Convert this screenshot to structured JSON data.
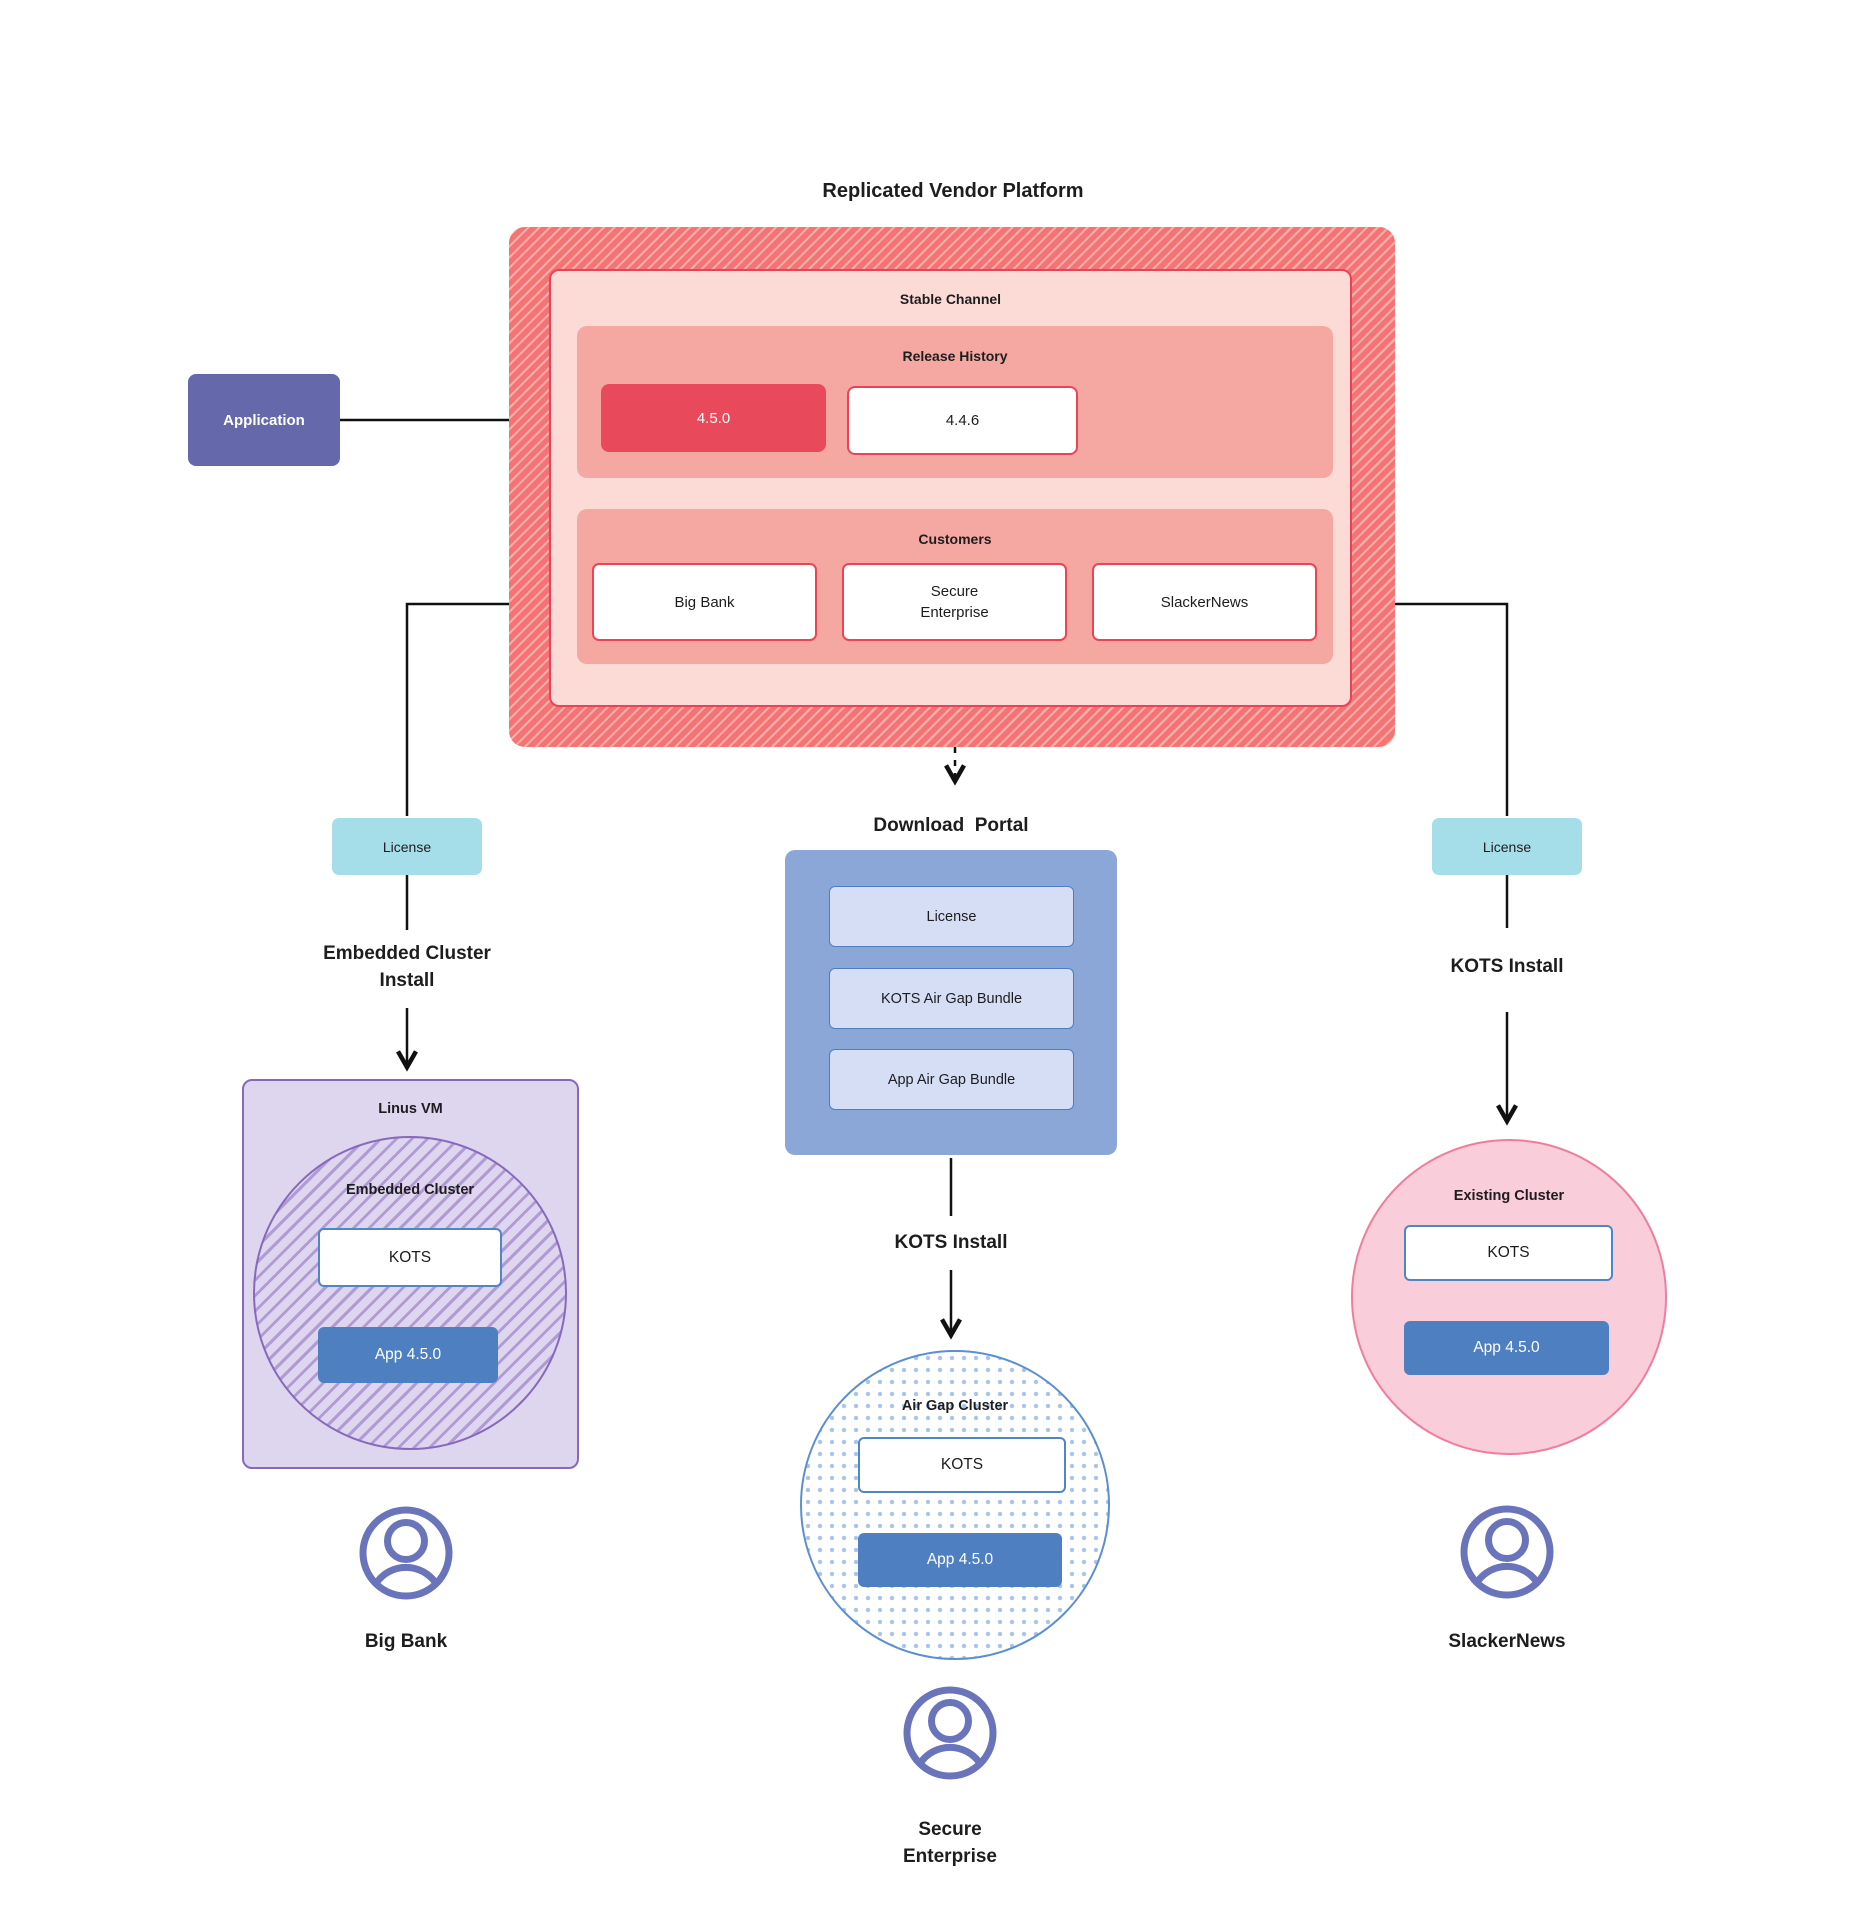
{
  "title": "Replicated Vendor Platform",
  "platform": {
    "stable_channel": {
      "label": "Stable Channel",
      "release_history": {
        "label": "Release History",
        "releases": [
          "4.5.0",
          "4.4.6"
        ]
      },
      "customers": {
        "label": "Customers",
        "items": [
          "Big Bank",
          "Secure Enterprise",
          "SlackerNews"
        ]
      }
    }
  },
  "application_label": "Application",
  "left_branch": {
    "license_label": "License",
    "install_label": "Embedded Cluster Install",
    "vm_label": "Linus VM",
    "cluster_label": "Embedded Cluster",
    "kots_label": "KOTS",
    "app_label": "App 4.5.0",
    "persona_label": "Big Bank"
  },
  "middle_branch": {
    "portal_title": "Download  Portal",
    "portal_items": [
      "License",
      "KOTS Air Gap Bundle",
      "App Air Gap Bundle"
    ],
    "install_label": "KOTS Install",
    "cluster_label": "Air Gap Cluster",
    "kots_label": "KOTS",
    "app_label": "App 4.5.0",
    "persona_label": "Secure Enterprise"
  },
  "right_branch": {
    "license_label": "License",
    "install_label": "KOTS Install",
    "cluster_label": "Existing Cluster",
    "kots_label": "KOTS",
    "app_label": "App 4.5.0",
    "persona_label": "SlackerNews"
  },
  "colors": {
    "highlight_release_red": "#e84a5c",
    "platform_hatch_red": "#f47373",
    "salmon_section": "#f5a8a2",
    "stable_channel_pink": "#fcdbd7",
    "application_purple": "#6568ab",
    "license_teal": "#a5dde8",
    "portal_blue": "#8aa7d8",
    "portal_item_blue": "#d5def5",
    "app_node_blue": "#4e80c1",
    "vm_lavender": "#ded5ee",
    "vm_border_purple": "#8669bd",
    "existing_cluster_pink": "#f9cdd9",
    "persona_purple": "#6a74ba"
  }
}
